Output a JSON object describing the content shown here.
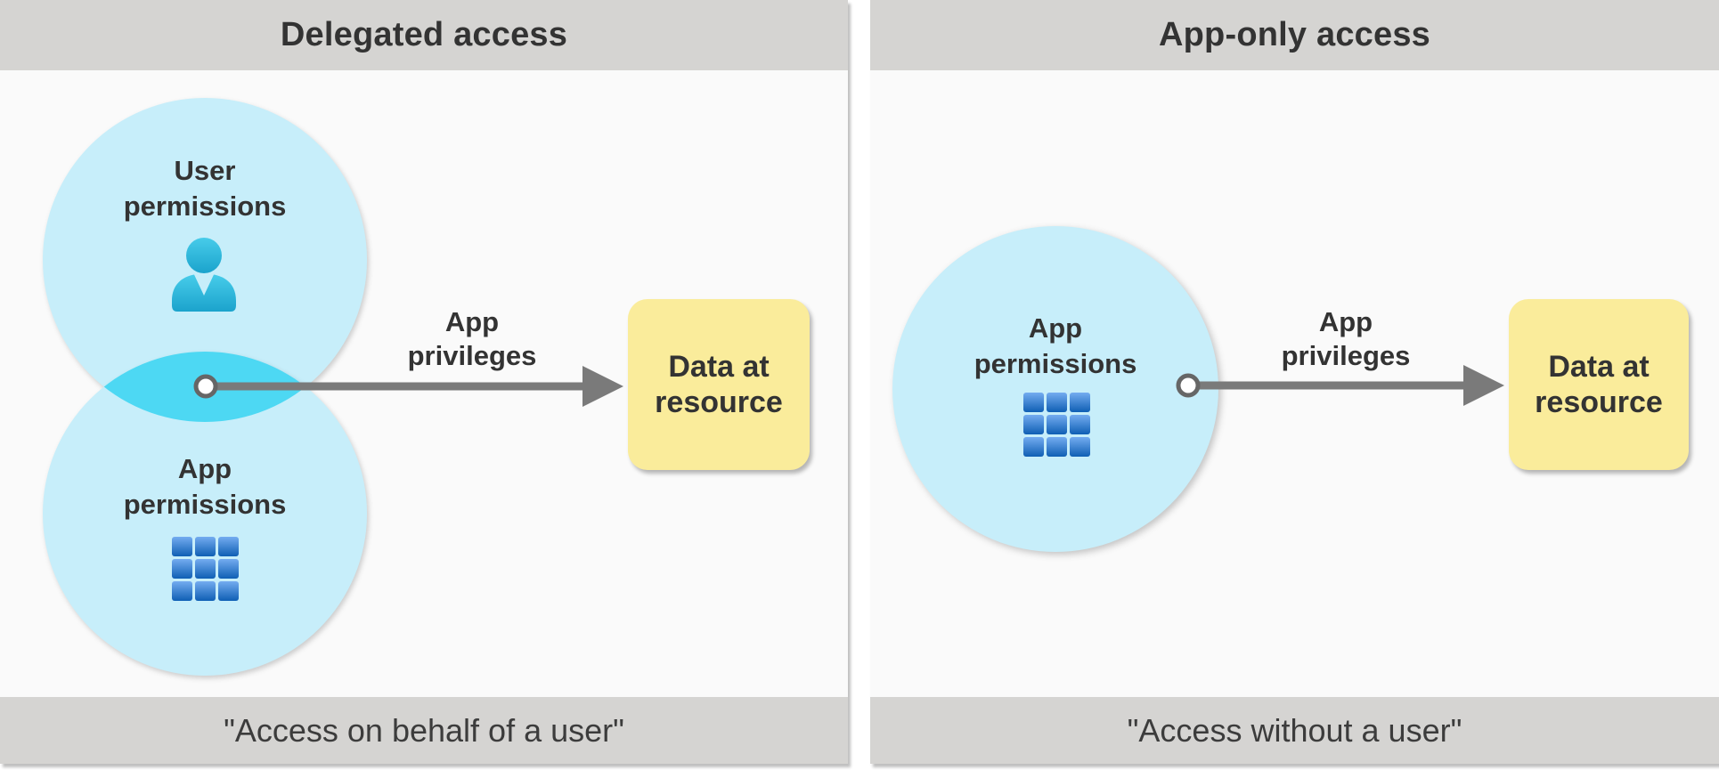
{
  "panels": [
    {
      "title": "Delegated access",
      "circles": {
        "user": {
          "label": [
            "User",
            "permissions"
          ],
          "icon": "user-icon"
        },
        "app": {
          "label": [
            "App",
            "permissions"
          ],
          "icon": "grid-icon"
        }
      },
      "arrow": {
        "label": [
          "App",
          "privileges"
        ]
      },
      "resource_box": {
        "label": [
          "Data at",
          "resource"
        ]
      },
      "footer": "\"Access on behalf of a user\""
    },
    {
      "title": "App-only access",
      "circles": {
        "app": {
          "label": [
            "App",
            "permissions"
          ],
          "icon": "grid-icon"
        }
      },
      "arrow": {
        "label": [
          "App",
          "privileges"
        ]
      },
      "resource_box": {
        "label": [
          "Data at",
          "resource"
        ]
      },
      "footer": "\"Access without a user\""
    }
  ],
  "colors": {
    "header_footer_bg": "#D5D4D2",
    "panel_bg": "#FAFAFA",
    "circle_fill": "#C7EEFA",
    "overlap_fill": "#4DD8F3",
    "arrow_gray": "#7A7A7A",
    "connector_dot_ring": "#666666",
    "resource_box_fill": "#FAEC9B",
    "user_icon_gradient_top": "#47CCEA",
    "user_icon_gradient_bottom": "#1BA3CC",
    "grid_icon_gradient_top": "#74ACF0",
    "grid_icon_gradient_bottom": "#0F5FB4",
    "title_text": "#333333",
    "footer_text": "#3C3C3C"
  }
}
